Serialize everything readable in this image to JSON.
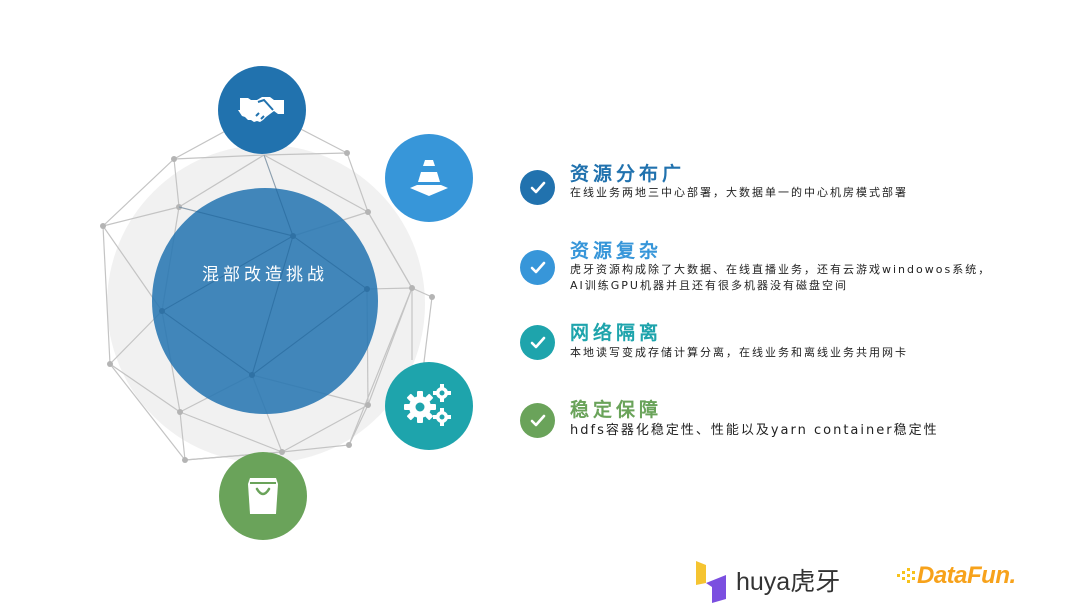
{
  "diagram": {
    "center_label": "混部改造挑战",
    "satellites": [
      {
        "icon": "handshake-icon",
        "color": "#2172ae"
      },
      {
        "icon": "traffic-cone-icon",
        "color": "#3796d9"
      },
      {
        "icon": "gears-icon",
        "color": "#1ea4ac"
      },
      {
        "icon": "shopping-bag-icon",
        "color": "#6aa35a"
      }
    ]
  },
  "items": [
    {
      "title": "资源分布广",
      "color": "#2172ae",
      "desc_lines": [
        "在线业务两地三中心部署，大数据单一的中心机房模式部署"
      ]
    },
    {
      "title": "资源复杂",
      "color": "#3796d9",
      "desc_lines": [
        "虎牙资源构成除了大数据、在线直播业务，还有云游戏windowos系统，",
        "AI训练GPU机器并且还有很多机器没有磁盘空间"
      ]
    },
    {
      "title": "网络隔离",
      "color": "#1ea4ac",
      "desc_lines": [
        "本地读写变成存储计算分离，在线业务和离线业务共用网卡"
      ]
    },
    {
      "title": "稳定保障",
      "color": "#6aa35a",
      "desc_lines": [
        "hdfs容器化稳定性、性能以及yarn container稳定性"
      ]
    }
  ],
  "footer": {
    "huya_logo_text": "huya虎牙",
    "datafun_logo_text": "DataFun."
  }
}
